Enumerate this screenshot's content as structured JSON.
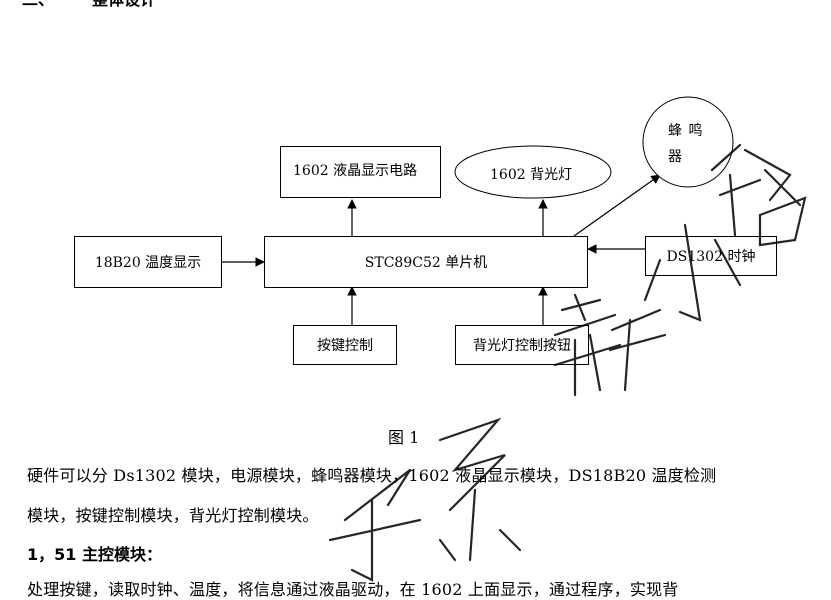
{
  "heading": {
    "number": "二、",
    "title": "整体设计"
  },
  "diagram": {
    "mcu": "STC89C52 单片机",
    "lcd": "1602 液晶显示电路",
    "backlight": "1602 背光灯",
    "buzzer": "蜂 鸣 器",
    "temp": "18B20 温度显示",
    "clock": "DS1302 时钟",
    "keys": "按键控制",
    "backlight_button": "背光灯控制按钮"
  },
  "caption": "图 1",
  "body": {
    "line1": "硬件可以分 Ds1302 模块，电源模块，蜂鸣器模块，1602 液晶显示模块，DS18B20 温度检测",
    "line2": "模块，按键控制模块，背光灯控制模块。",
    "section": "1，51 主控模块：",
    "line3": "处理按键，读取时钟、温度，将信息通过液晶驱动，在 1602 上面显示，通过程序，实现背"
  },
  "watermark": "子系 薛小铭"
}
